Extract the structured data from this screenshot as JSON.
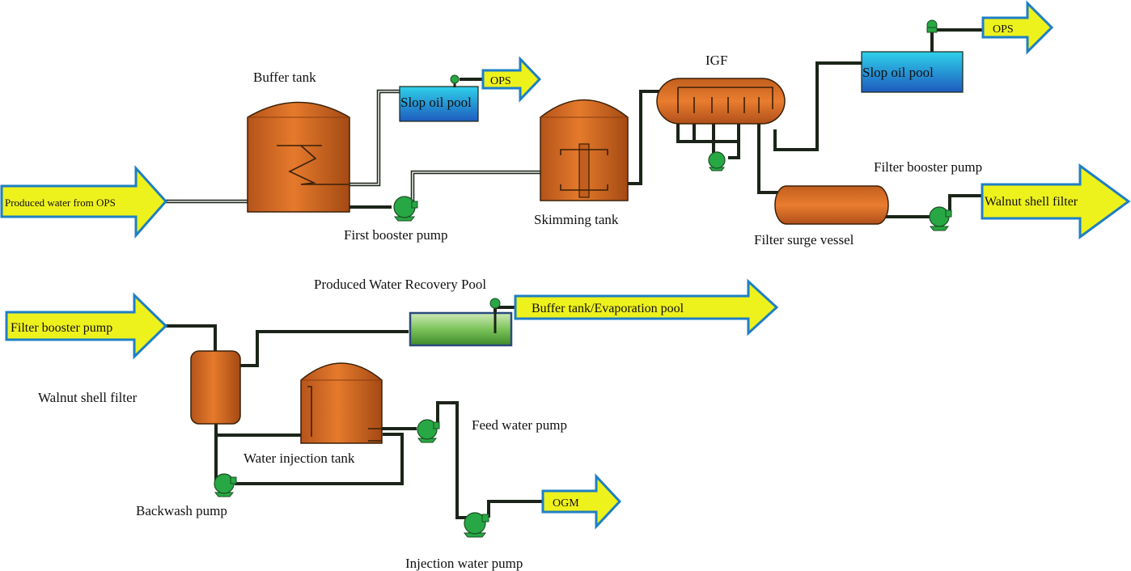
{
  "labels": {
    "buffer_tank": "Buffer tank",
    "first_booster_pump": "First booster pump",
    "skimming_tank": "Skimming tank",
    "igf": "IGF",
    "filter_booster_pump_top": "Filter booster pump",
    "filter_surge_vessel": "Filter surge vessel",
    "produced_water_recovery_pool": "Produced Water Recovery Pool",
    "walnut_shell_filter": "Walnut shell filter",
    "water_injection_tank": "Water injection tank",
    "feed_water_pump": "Feed water pump",
    "backwash_pump": "Backwash pump",
    "injection_water_pump": "Injection water pump",
    "slop_oil_pool_1": "Slop oil pool",
    "slop_oil_pool_2": "Slop oil pool"
  },
  "arrows": {
    "produced_water_from_ops": "Produced water from OPS",
    "ops_1": "OPS",
    "ops_2": "OPS",
    "walnut_shell_filter_out": "Walnut shell filter",
    "filter_booster_pump_in": "Filter booster pump",
    "buffer_tank_evaporation_pool": "Buffer tank/Evaporation pool",
    "ogm": "OGM"
  },
  "colors": {
    "arrow_fill": "#eef21c",
    "arrow_stroke": "#1e7fc4",
    "tank": "#d2691e",
    "pump": "#27a844",
    "pipe": "#1b2418",
    "pool_top": "#27c3e6",
    "pool_bottom": "#1e5bbf",
    "recovery_pool": "#8fcf6b"
  }
}
